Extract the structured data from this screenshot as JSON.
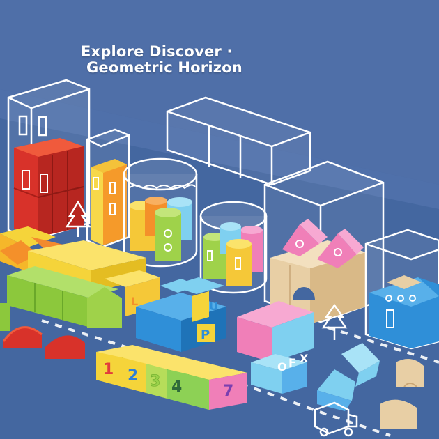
{
  "headline": {
    "line1": "Explore Discover ·",
    "line2": "Geometric Horizon"
  },
  "block_letters": [
    "L",
    "P",
    "U",
    "O",
    "F",
    "X"
  ],
  "number_blocks": [
    {
      "text": "1",
      "color": "#e23b3b",
      "face": "#f2d43a"
    },
    {
      "text": "2",
      "color": "#2f7fd6",
      "face": "#f2d43a"
    },
    {
      "text": "3",
      "color": "#9ad24a",
      "face": "#f2d43a"
    },
    {
      "text": "4",
      "color": "#2e6a3a",
      "face": "#8dd155"
    },
    {
      "text": "7",
      "color": "#7b3fb0",
      "face": "#f08fd0"
    }
  ],
  "colors": {
    "background": "#4f6fa8",
    "table_top": "#3f5d94",
    "table_front": "#2f4a7a",
    "red": "#e23b2e",
    "orange": "#f4902a",
    "yellow": "#f5d43a",
    "green": "#8cc83c",
    "blue": "#2f8fd8",
    "light_blue": "#7fd0f0",
    "pink": "#f07fb8",
    "wood": "#e8cfa5",
    "outline": "#ffffff"
  }
}
